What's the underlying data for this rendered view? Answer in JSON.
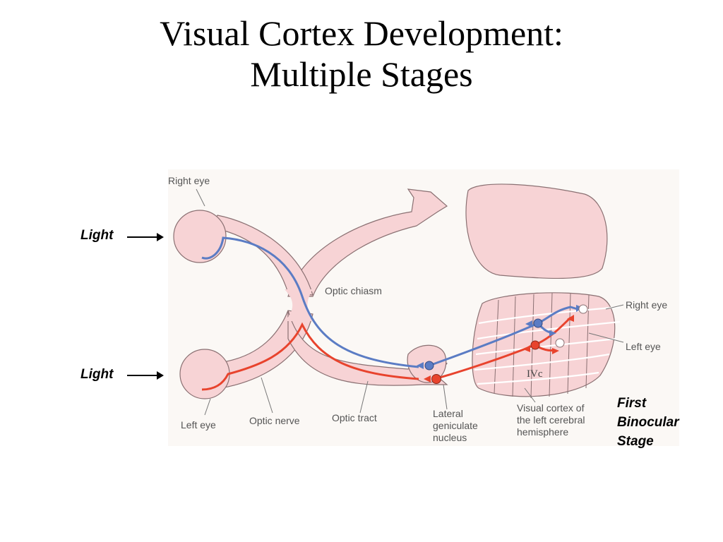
{
  "title": {
    "line1": "Visual Cortex Development:",
    "line2": "Multiple Stages"
  },
  "side_labels": {
    "light_top": "Light",
    "light_bottom": "Light",
    "stage_line1": "First",
    "stage_line2": "Binocular",
    "stage_line3": "Stage"
  },
  "figure": {
    "right_eye": "Right eye",
    "optic_chiasm": "Optic chiasm",
    "left_eye": "Left eye",
    "optic_nerve": "Optic nerve",
    "optic_tract": "Optic tract",
    "lgn_line1": "Lateral",
    "lgn_line2": "geniculate",
    "lgn_line3": "nucleus",
    "vc_line1": "Visual cortex of",
    "vc_line2": "the left cerebral",
    "vc_line3": "hemisphere",
    "cortex_right_eye": "Right eye",
    "cortex_left_eye": "Left eye",
    "layer": "IVc"
  },
  "colors": {
    "tissue": "#f7d3d5",
    "outline": "#8a7072",
    "right_eye_pathway": "#5b7cc4",
    "left_eye_pathway": "#e8432d",
    "background": "#fbf8f5"
  }
}
